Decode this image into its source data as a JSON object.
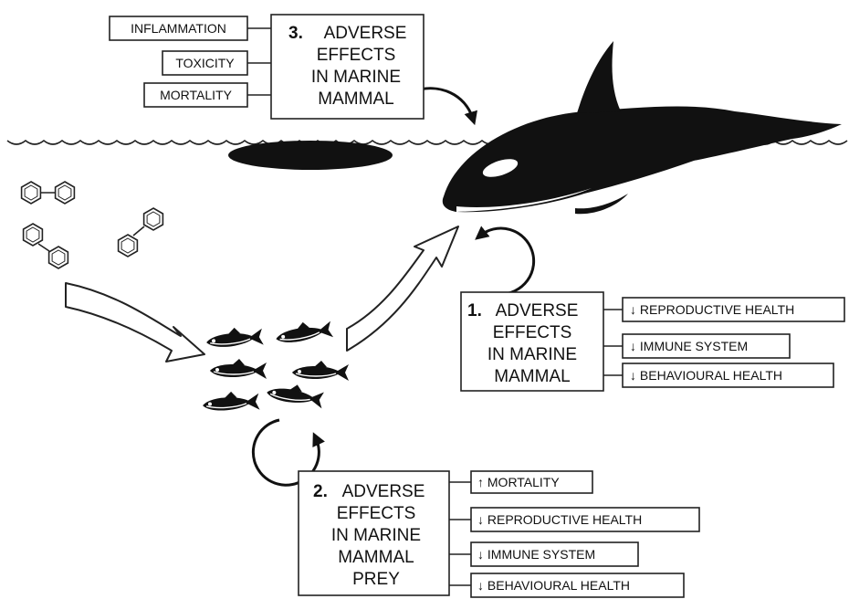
{
  "effects_marine_mammal_top": {
    "number": "3.",
    "lines": [
      "ADVERSE",
      "EFFECTS",
      "IN MARINE",
      "MAMMAL"
    ],
    "items": [
      "INFLAMMATION",
      "TOXICITY",
      "MORTALITY"
    ]
  },
  "effects_marine_mammal": {
    "number": "1.",
    "lines": [
      "ADVERSE",
      "EFFECTS",
      "IN MARINE",
      "MAMMAL"
    ],
    "items": [
      "↓ REPRODUCTIVE HEALTH",
      "↓ IMMUNE SYSTEM",
      "↓ BEHAVIOURAL HEALTH"
    ]
  },
  "effects_marine_mammal_prey": {
    "number": "2.",
    "lines": [
      "ADVERSE",
      "EFFECTS",
      "IN MARINE",
      "MAMMAL",
      "PREY"
    ],
    "items": [
      "↑ MORTALITY",
      "↓ REPRODUCTIVE HEALTH",
      "↓ IMMUNE SYSTEM",
      "↓ BEHAVIOURAL HEALTH"
    ]
  },
  "illustrations": [
    "orca-whale",
    "fish-school",
    "biphenyl-molecule",
    "ocean-surface-wave"
  ]
}
